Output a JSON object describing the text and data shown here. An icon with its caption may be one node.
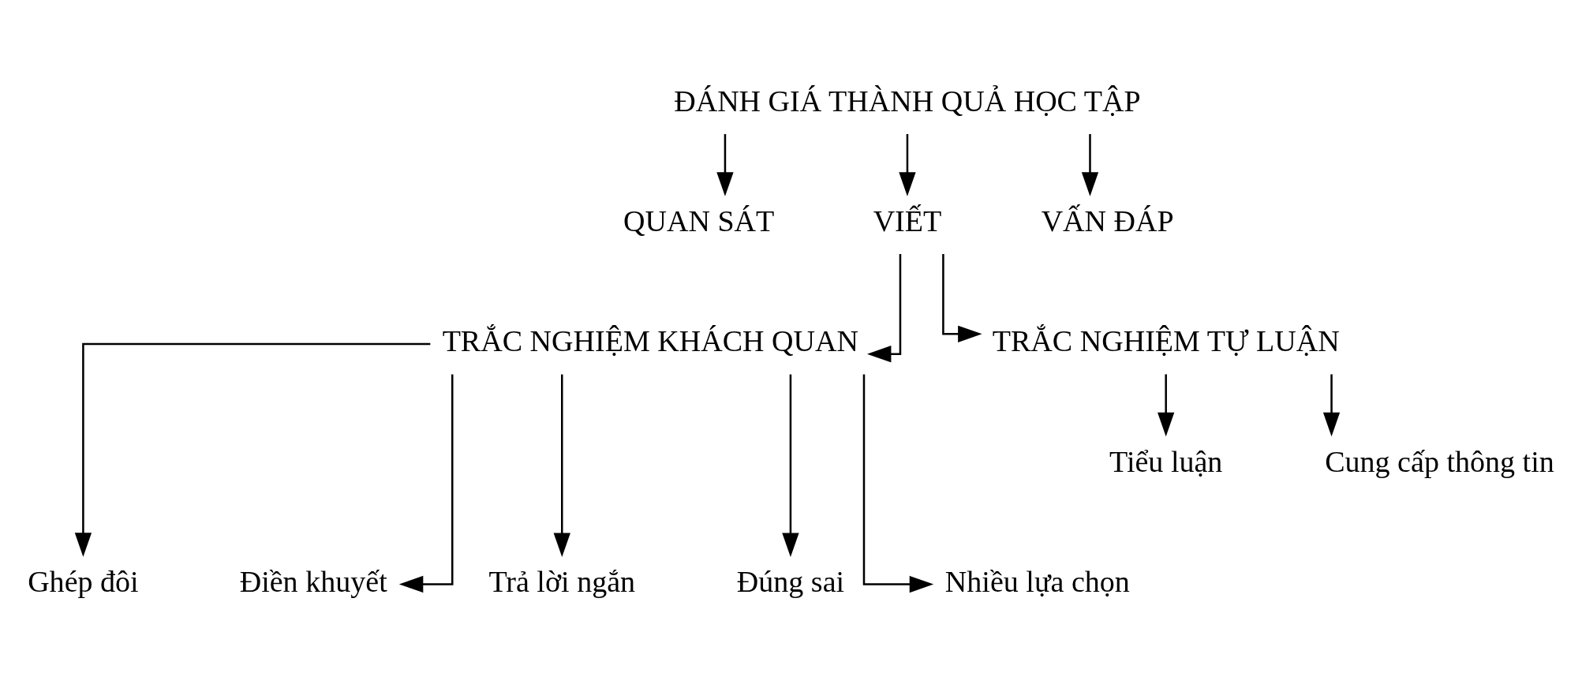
{
  "diagram": {
    "nodes": [
      {
        "text": [
          "ĐÁNH GIÁ THÀNH QUẢ HỌC TẬP"
        ]
      },
      {
        "text": [
          "QUAN SÁT"
        ]
      },
      {
        "text": [
          "VIẾT"
        ]
      },
      {
        "text": [
          "VẤN ĐÁP"
        ]
      },
      {
        "text": [
          "TRẮC NGHIỆM KHÁCH QUAN"
        ]
      },
      {
        "text": [
          "TRẮC NGHIỆM TỰ LUẬN"
        ]
      },
      {
        "text": [
          "Tiểu luận"
        ]
      },
      {
        "text": [
          "Cung cấp thông tin"
        ]
      },
      {
        "text": [
          "Ghép đôi"
        ]
      },
      {
        "text": [
          "Điền khuyết"
        ]
      },
      {
        "text": [
          "Trả lời ngắn"
        ]
      },
      {
        "text": [
          "Đúng sai"
        ]
      },
      {
        "text": [
          "Nhiều lựa chọn"
        ]
      }
    ],
    "edges": [
      {
        "from": 0,
        "to": 1,
        "arrow": "to"
      },
      {
        "from": 0,
        "to": 2,
        "arrow": "to"
      },
      {
        "from": 0,
        "to": 3,
        "arrow": "to"
      },
      {
        "from": 2,
        "to": 4,
        "arrow": "to"
      },
      {
        "from": 2,
        "to": 5,
        "arrow": "to"
      },
      {
        "from": 5,
        "to": 6,
        "arrow": "to"
      },
      {
        "from": 5,
        "to": 7,
        "arrow": "to"
      },
      {
        "from": 4,
        "to": 8,
        "arrow": "to"
      },
      {
        "from": 4,
        "to": 9,
        "arrow": "to"
      },
      {
        "from": 4,
        "to": 10,
        "arrow": "to"
      },
      {
        "from": 4,
        "to": 11,
        "arrow": "to"
      },
      {
        "from": 4,
        "to": 12,
        "arrow": "to"
      }
    ]
  }
}
